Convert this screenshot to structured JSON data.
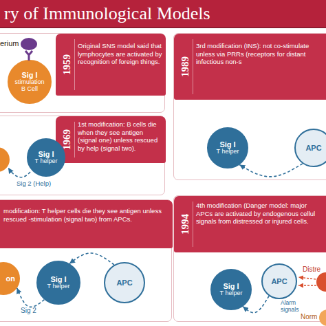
{
  "diagram": {
    "title": "ry of Immunological Models",
    "nodes": [
      {
        "text": [
          "1959",
          "Original SNS model said that lymphocytes are activated by recognition of foreign things."
        ]
      },
      {
        "text": [
          "Sig I",
          "stimulation",
          "B Cell"
        ],
        "in": 0
      },
      {
        "text": [
          "1989",
          "3rd modification (INS): not co-stimulate unless via PRRs (receptors for distant infectious non-s"
        ]
      },
      {
        "text": [
          "Sig I",
          "T helper"
        ],
        "in": 2
      },
      {
        "text": [
          "APC"
        ],
        "in": 2
      },
      {
        "text": [
          "1969",
          "1st modification: B cells die when they see antigen (signal one) unless rescued by help (signal two)."
        ]
      },
      {
        "text": [
          "Sig I",
          "T helper"
        ],
        "in": 5
      },
      {
        "text": [
          "modification: T helper cells die they see antigen unless rescued -stimulation (signal two) from APCs."
        ]
      },
      {
        "text": [
          "on"
        ],
        "in": 7
      },
      {
        "text": [
          "Sig I",
          "T helper"
        ],
        "in": 7
      },
      {
        "text": [
          "APC"
        ],
        "in": 7
      },
      {
        "text": [
          "1994",
          "4th modification (Danger model: major APCs are activated by endogenous cellul signals from distressed or injured cells."
        ]
      },
      {
        "text": [
          "Sig I",
          "T helper"
        ],
        "in": 11
      },
      {
        "text": [
          "APC"
        ],
        "in": 11
      }
    ],
    "edges": [
      {
        "from": 4,
        "to": 3,
        "arrow": "to"
      },
      {
        "from": 10,
        "to": 9,
        "arrow": "to"
      },
      {
        "from": 9,
        "to": 8,
        "arrow": "to",
        "label": "Sig 2"
      },
      {
        "from": 13,
        "to": 12,
        "arrow": "to"
      }
    ],
    "labels": [
      "erium",
      "Sig 2 (Help)",
      "Distre",
      "Alarm signals",
      "Norm"
    ]
  }
}
